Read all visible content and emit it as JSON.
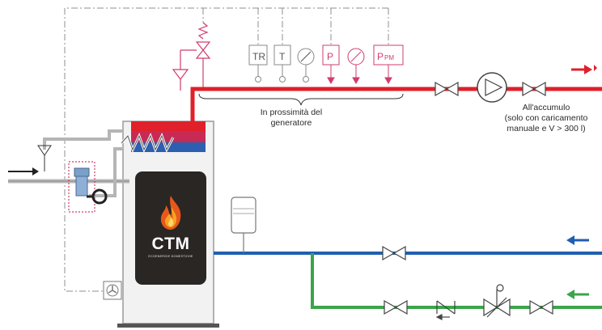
{
  "labels": {
    "near_generator_line1": "In prossimità del",
    "near_generator_line2": "generatore",
    "accumulo_line1": "All'accumulo",
    "accumulo_line2": "(solo con caricamento",
    "accumulo_line3": "manuale e V > 300 l)"
  },
  "instruments": {
    "tr": "TR",
    "t": "T",
    "p": "P",
    "ppm_main": "P",
    "ppm_sub": "PM"
  },
  "brand": {
    "logo": "CTM",
    "tagline": "ECOENERGIE DOMESTICHE"
  },
  "colors": {
    "hot": "#e0202a",
    "cold": "#1f5fb0",
    "return": "#3aa54a",
    "control": "#8f8f8f",
    "safety": "#d23c6e"
  }
}
